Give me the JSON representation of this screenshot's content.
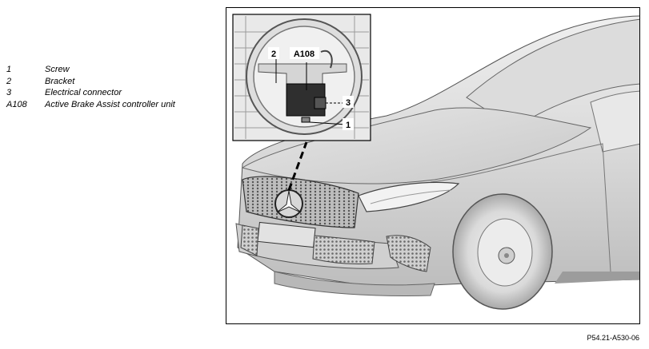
{
  "legend": {
    "items": [
      {
        "key": "1",
        "text": "Screw"
      },
      {
        "key": "2",
        "text": "Bracket"
      },
      {
        "key": "3",
        "text": "Electrical connector"
      },
      {
        "key": "A108",
        "text": "Active Brake Assist controller unit"
      }
    ]
  },
  "figure": {
    "callouts": {
      "c1": "1",
      "c2": "2",
      "c3": "3",
      "a108": "A108"
    }
  },
  "reference_code": "P54.21-A530-06"
}
